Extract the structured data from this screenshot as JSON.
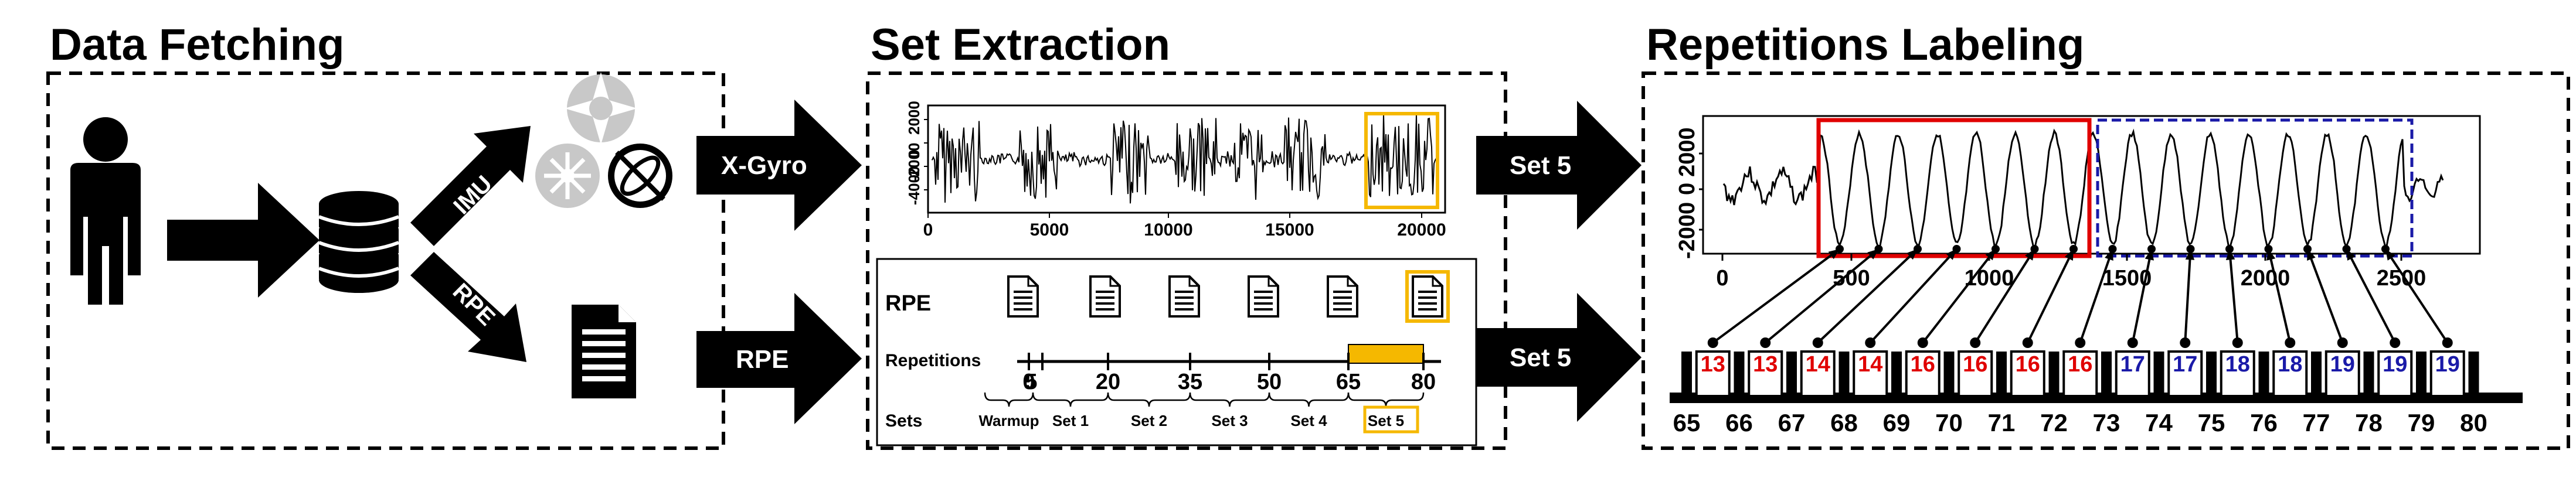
{
  "panels": {
    "data_fetching": {
      "title": "Data Fetching",
      "imu_label": "IMU",
      "rpe_label": "RPE"
    },
    "set_extraction": {
      "title": "Set Extraction",
      "gyro_plot": {
        "y_ticks": [
          "2000",
          "0",
          "-2000",
          "-4000"
        ],
        "x_ticks": [
          "0",
          "5000",
          "10000",
          "15000",
          "20000"
        ]
      },
      "rpe_row_label": "RPE",
      "repetitions_label": "Repetitions",
      "sets_label": "Sets",
      "rep_ticks": [
        "0",
        "5",
        "20",
        "35",
        "50",
        "65",
        "80"
      ],
      "sets": [
        "Warmup",
        "Set 1",
        "Set 2",
        "Set 3",
        "Set 4",
        "Set 5"
      ]
    },
    "repetitions_labeling": {
      "title": "Repetitions Labeling",
      "plot": {
        "y_ticks": [
          "2000",
          "0",
          "-2000"
        ],
        "x_ticks": [
          "0",
          "500",
          "1000",
          "1500",
          "2000",
          "2500"
        ]
      },
      "rep_values": [
        "13",
        "13",
        "14",
        "14",
        "16",
        "16",
        "16",
        "16",
        "17",
        "17",
        "18",
        "18",
        "19",
        "19",
        "19"
      ],
      "rep_colors": [
        "#e00000",
        "#e00000",
        "#e00000",
        "#e00000",
        "#e00000",
        "#e00000",
        "#e00000",
        "#e00000",
        "#1a1aa8",
        "#1a1aa8",
        "#1a1aa8",
        "#1a1aa8",
        "#1a1aa8",
        "#1a1aa8",
        "#1a1aa8"
      ],
      "rep_indices": [
        "65",
        "66",
        "67",
        "68",
        "69",
        "70",
        "71",
        "72",
        "73",
        "74",
        "75",
        "76",
        "77",
        "78",
        "79",
        "80"
      ]
    }
  },
  "arrows": {
    "x_gyro": "X-Gyro",
    "rpe": "RPE",
    "set5_top": "Set 5",
    "set5_bottom": "Set 5"
  },
  "colors": {
    "highlight": "#f5b800",
    "red_box": "#e00000",
    "blue_box": "#1a1aa8"
  }
}
